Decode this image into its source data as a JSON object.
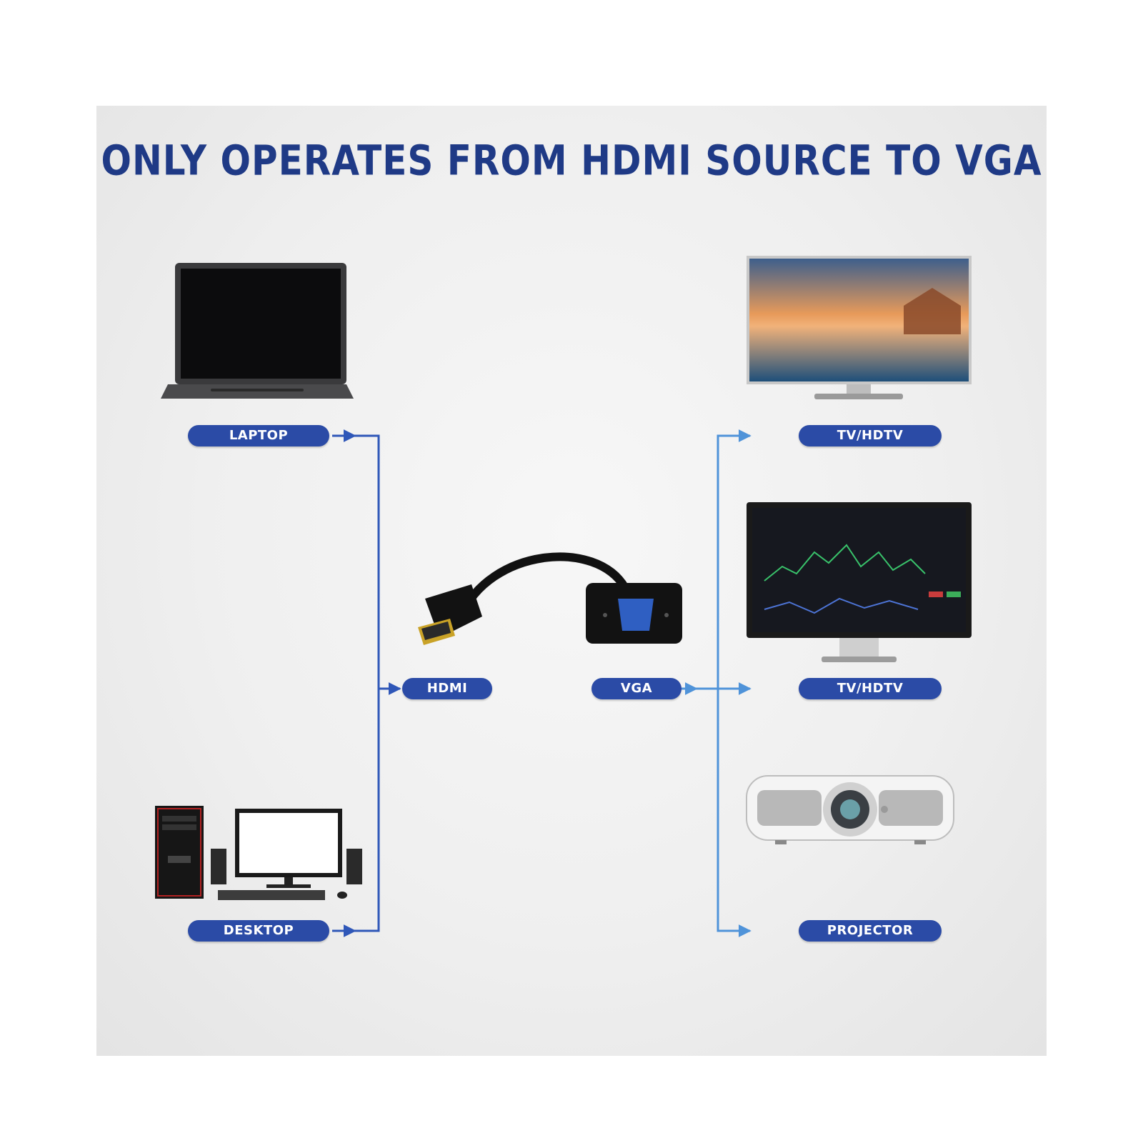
{
  "title": "ONLY OPERATES FROM HDMI SOURCE TO VGA",
  "labels": {
    "laptop": "LAPTOP",
    "desktop": "DESKTOP",
    "hdmi": "HDMI",
    "vga": "VGA",
    "tv_top": "TV/HDTV",
    "tv_middle": "TV/HDTV",
    "projector": "PROJECTOR"
  },
  "colors": {
    "title": "#1f3a86",
    "pill": "#2b4ba6",
    "left_line": "#2f57b8",
    "right_line": "#4f93d9"
  },
  "icons": [
    "laptop-icon",
    "desktop-computer-icon",
    "hdmi-vga-adapter-icon",
    "tv-icon",
    "monitor-icon",
    "projector-icon"
  ]
}
